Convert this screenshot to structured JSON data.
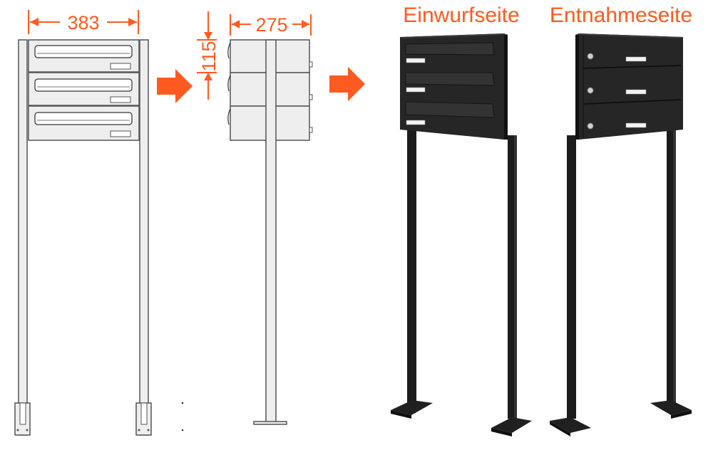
{
  "dimensions": {
    "width_label": "383",
    "depth_label": "275",
    "height_label": "115"
  },
  "views": {
    "front_label": "Einwurfseite",
    "back_label": "Entnahmeseite"
  },
  "colors": {
    "accent": "#ff5a1f",
    "drawing_fill": "#eeeeee",
    "drawing_stroke": "#555555",
    "product_dark": "#262626",
    "product_mid": "#333333",
    "product_post": "#1c1c1c"
  },
  "icons": [
    "arrow-right-icon",
    "arrow-right-icon"
  ]
}
